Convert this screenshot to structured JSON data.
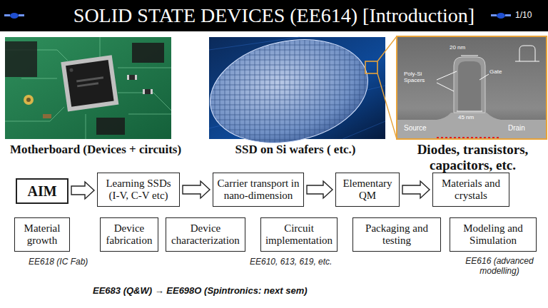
{
  "diagram": {
    "title": "SOLID STATE DEVICES (EE614) [Introduction]",
    "nodes": [
      {
        "text": [
          "AIM"
        ]
      },
      {
        "text": [
          "Learning SSDs (I-V, C-V etc)"
        ]
      },
      {
        "text": [
          "Carrier transport in nano-dimension"
        ]
      },
      {
        "text": [
          "Elementary QM"
        ]
      },
      {
        "text": [
          "Materials and crystals"
        ]
      },
      {
        "text": [
          "Material growth"
        ]
      },
      {
        "text": [
          "Device fabrication"
        ]
      },
      {
        "text": [
          "Device characterization"
        ]
      },
      {
        "text": [
          "Circuit implementation"
        ]
      },
      {
        "text": [
          "Packaging and testing"
        ]
      },
      {
        "text": [
          "Modeling and Simulation"
        ]
      }
    ],
    "edges": [
      {
        "from": 0,
        "to": 1,
        "arrow": "to"
      },
      {
        "from": 1,
        "to": 2,
        "arrow": "to"
      },
      {
        "from": 2,
        "to": 3,
        "arrow": "to"
      },
      {
        "from": 3,
        "to": 4,
        "arrow": "to"
      }
    ],
    "labels": [
      "1/10",
      "Motherboard (Devices + circuits)",
      "SSD on Si wafers ( etc.)",
      "Diodes, transistors, capacitors, etc.",
      "20 nm",
      "Poly-Si Spacers",
      "Gate",
      "45 nm",
      "Source",
      "Drain",
      "EE618 (IC Fab)",
      "EE610, 613, 619, etc.",
      "EE616 (advanced modelling)",
      "EE683 (Q&W) → EE698O (Spintronics: next sem)"
    ]
  }
}
